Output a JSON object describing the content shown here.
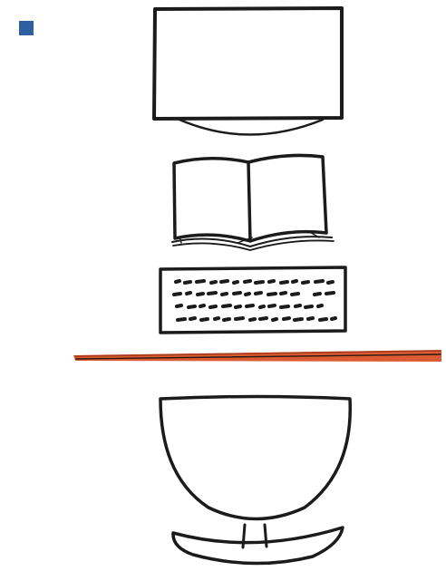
{
  "diagram": {
    "items": [
      {
        "name": "monitor"
      },
      {
        "name": "open-book"
      },
      {
        "name": "keyboard"
      },
      {
        "name": "desk-edge"
      },
      {
        "name": "chair-seat"
      },
      {
        "name": "chair-base"
      }
    ]
  },
  "colors": {
    "ink": "#1b1b1b",
    "marker_square": "#2e5fa0",
    "desk_edge": "#dc5b32",
    "paper": "#ffffff"
  }
}
